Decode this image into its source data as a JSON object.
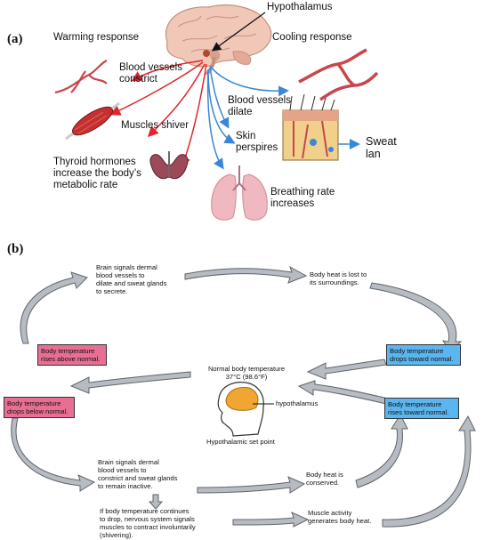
{
  "panel_a": {
    "letter": "(a)",
    "hypothalamus": "Hypothalamus",
    "warming_response": "Warming response",
    "cooling_response": "Cooling response",
    "vessels_constrict": "Blood vessels\nconstrict",
    "muscles_shiver": "Muscles shiver",
    "thyroid": "Thyroid hormones\nincrease the body’s\nmetabolic rate",
    "vessels_dilate": "Blood vessels\ndilate",
    "skin_perspires": "Skin\nperspires",
    "sweat_gland": "Sweat\nlan",
    "breathing": "Breathing rate\nincreases"
  },
  "panel_b": {
    "letter": "(b)",
    "brain_dilate": "Brain signals dermal\nblood vessels to\ndilate and sweat glands\nto secrete.",
    "heat_lost": "Body heat is lost to\nits surroundings.",
    "temp_rises_above": "Body temperature\nrises above normal.",
    "temp_drops_toward": "Body temperature\ndrops toward normal.",
    "normal_temp": "Normal body temperature\n37°C (98.6°F)",
    "hypothalamus": "hypothalamus",
    "set_point": "Hypothalamic set point",
    "temp_drops_below": "Body temperature\ndrops below normal.",
    "temp_rises_toward": "Body temperature\nrises toward normal.",
    "brain_constrict": "Brain signals dermal\nblood vessels to\nconstrict and sweat glands\nto remain inactive.",
    "heat_conserved": "Body heat is\nconserved.",
    "shivering": "If body temperature continues\nto drop, nervous system signals\nmuscles to contract involuntarily\n(shivering).",
    "muscle_activity": "Muscle activity\ngenerates body heat."
  },
  "colors": {
    "warming_arrow": "#e0262b",
    "cooling_arrow": "#3a86d8",
    "pink_box": "#e86f93",
    "blue_box": "#5bb5ee",
    "cycle_arrow": "#8a8f96"
  }
}
